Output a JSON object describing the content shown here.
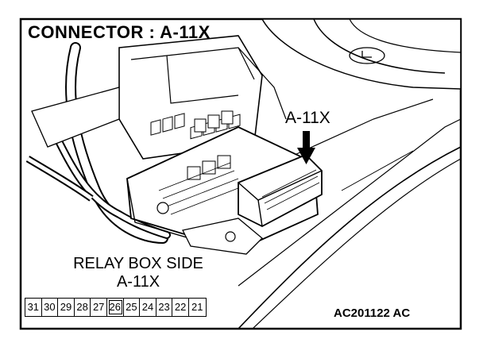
{
  "title": "CONNECTOR : A-11X",
  "callout_label": "A-11X",
  "relay_box": {
    "title": "RELAY BOX SIDE",
    "connector": "A-11X",
    "pins": [
      "31",
      "30",
      "29",
      "28",
      "27",
      "26",
      "25",
      "24",
      "23",
      "22",
      "21"
    ],
    "highlighted_pin": "26"
  },
  "figure_code": "AC201122 AC"
}
